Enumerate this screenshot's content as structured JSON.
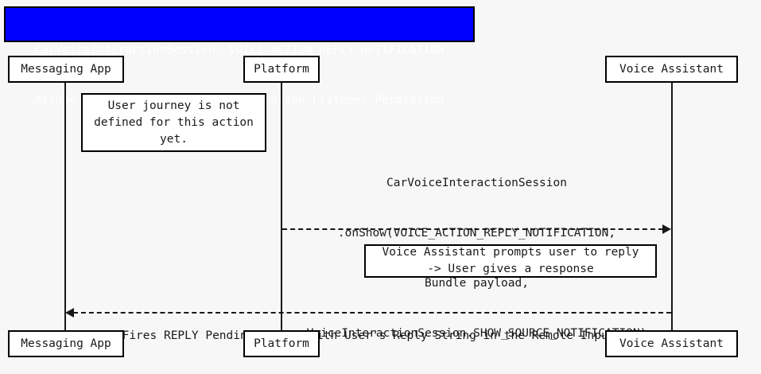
{
  "diagram": {
    "type": "sequence-diagram",
    "background_color": "#f7f7f7",
    "line_color": "#181818"
  },
  "title": {
    "background_color": "#0000ff",
    "text_color": "#ffffff",
    "line1": "CarVoiceInteractionSession: VOICE_ACTION_REPLY_NOTIFICATION",
    "line2": "Assume Voice Assistant has Notification Listener Permission"
  },
  "participants": [
    {
      "id": "messaging-app",
      "label": "Messaging App"
    },
    {
      "id": "platform",
      "label": "Platform"
    },
    {
      "id": "voice-assistant",
      "label": "Voice Assistant"
    }
  ],
  "notes": [
    {
      "id": "user-journey-note",
      "line1": "User journey is not",
      "line2": "defined for this action",
      "line3": "yet."
    },
    {
      "id": "voice-prompt-note",
      "line1": "Voice Assistant prompts user to reply",
      "line2": "-> User gives a response"
    }
  ],
  "messages": [
    {
      "id": "on-show-message",
      "from": "platform",
      "to": "voice-assistant",
      "style": "dashed",
      "direction": "right",
      "line1": "CarVoiceInteractionSession",
      "line2": ".onShow(VOICE_ACTION_REPLY_NOTIFICATION,",
      "line3": "Bundle payload,",
      "line4": "VoiceInteractionSession.SHOW_SOURCE_NOTIFICATION)"
    },
    {
      "id": "reply-pending-intent-message",
      "from": "voice-assistant",
      "to": "messaging-app",
      "style": "dashed",
      "direction": "left",
      "line1": "Fires REPLY Pending Intent with User's Reply String in the Remote Input"
    }
  ]
}
